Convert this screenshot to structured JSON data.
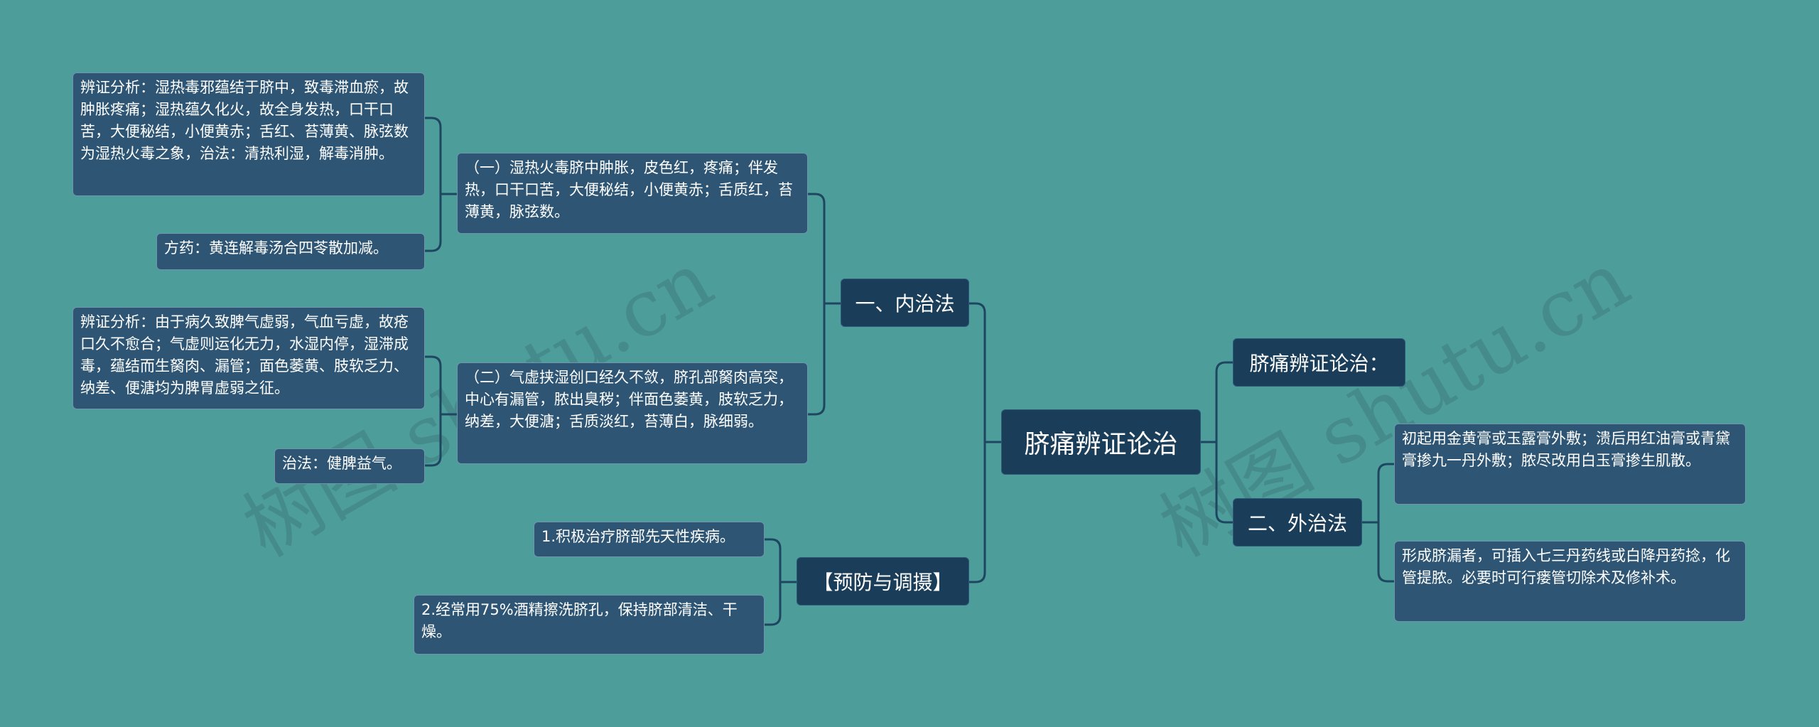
{
  "center": "脐痛辨证论治",
  "left": {
    "internal": {
      "label": "一、内治法",
      "group1": {
        "desc": "（一）湿热火毒脐中肿胀，皮色红，疼痛；伴发热，口干口苦，大便秘结，小便黄赤；舌质红，苔薄黄，脉弦数。",
        "analysis": "辨证分析：湿热毒邪蕴结于脐中，致毒滞血瘀，故肿胀疼痛；湿热蕴久化火，故全身发热，口干口苦，大便秘结，小便黄赤；舌红、苔薄黄、脉弦数为湿热火毒之象，治法：清热利湿，解毒消肿。",
        "prescription": "方药：黄连解毒汤合四苓散加减。"
      },
      "group2": {
        "desc": "（二）气虚挟湿创口经久不敛，脐孔部胬肉高突，中心有漏管，脓出臭秽；伴面色萎黄，肢软乏力，纳差，大便溏；舌质淡红，苔薄白，脉细弱。",
        "analysis": "辨证分析：由于病久致脾气虚弱，气血亏虚，故疮口久不愈合；气虚则运化无力，水湿内停，湿滞成毒，蕴结而生胬肉、漏管；面色萎黄、肢软乏力、纳差、便溏均为脾胃虚弱之征。",
        "method": "治法：健脾益气。"
      }
    },
    "prevention": {
      "label": "【预防与调摄】",
      "items": [
        "1.积极治疗脐部先天性疾病。",
        "2.经常用75%酒精擦洗脐孔，保持脐部清洁、干燥。"
      ]
    }
  },
  "right": {
    "top": {
      "label": "脐痛辨证论治："
    },
    "external": {
      "label": "二、外治法",
      "items": [
        "初起用金黄膏或玉露膏外敷；溃后用红油膏或青黛膏掺九一丹外敷；脓尽改用白玉膏掺生肌散。",
        "形成脐漏者，可插入七三丹药线或白降丹药捻，化管提脓。必要时可行瘘管切除术及修补术。"
      ]
    }
  },
  "watermark": "树图 shutu.cn",
  "colors": {
    "background": "#4d9d9b",
    "node_dark": "#1a3e59",
    "node_leaf": "#2e5674",
    "connector": "#1f4660"
  }
}
